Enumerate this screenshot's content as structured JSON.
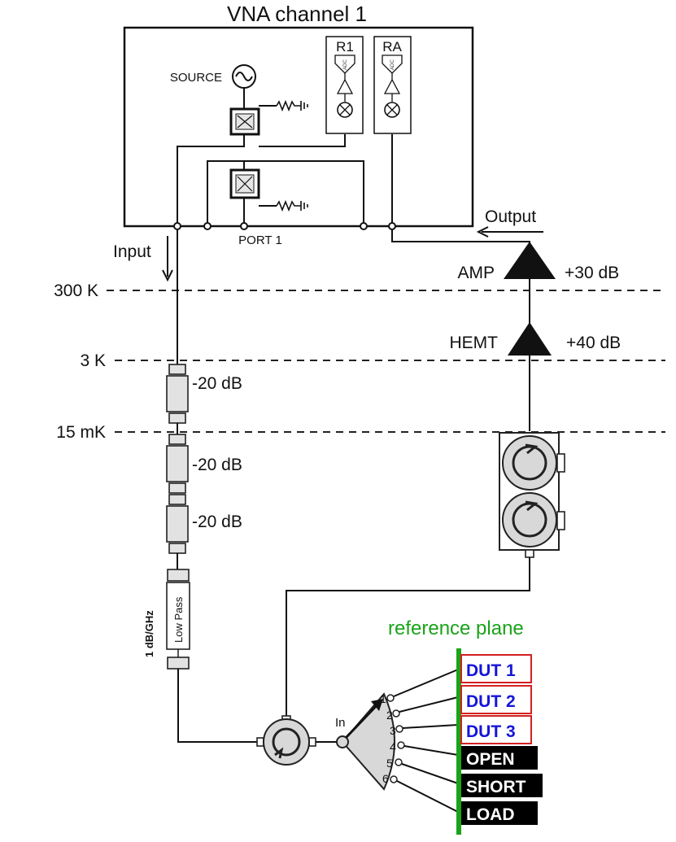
{
  "title": "VNA channel 1",
  "vna": {
    "source_label": "SOURCE",
    "port_label": "PORT 1",
    "receivers": [
      "R1",
      "RA"
    ],
    "adc_label": "ADC"
  },
  "signals": {
    "input_label": "Input",
    "output_label": "Output"
  },
  "stages": [
    {
      "temperature": "300 K"
    },
    {
      "temperature": "3 K"
    },
    {
      "temperature": "15 mK"
    }
  ],
  "input_line": {
    "attenuators": [
      "-20 dB",
      "-20 dB",
      "-20 dB"
    ],
    "filter_label": "Low Pass",
    "filter_loss": "1 dB/GHz"
  },
  "output_line": {
    "amp_label": "AMP",
    "amp_gain": "+30 dB",
    "hemt_label": "HEMT",
    "hemt_gain": "+40 dB"
  },
  "switch": {
    "in_label": "In",
    "port_numbers": [
      "1",
      "2",
      "3",
      "4",
      "5",
      "6"
    ]
  },
  "reference_plane_label": "reference plane",
  "duts": [
    "DUT 1",
    "DUT 2",
    "DUT 3"
  ],
  "standards": [
    "OPEN",
    "SHORT",
    "LOAD"
  ],
  "colors": {
    "reference_plane": "#1aa31a",
    "dut_text": "#1515d8",
    "dut_border": "#d42020",
    "standard_fill": "#000000"
  }
}
